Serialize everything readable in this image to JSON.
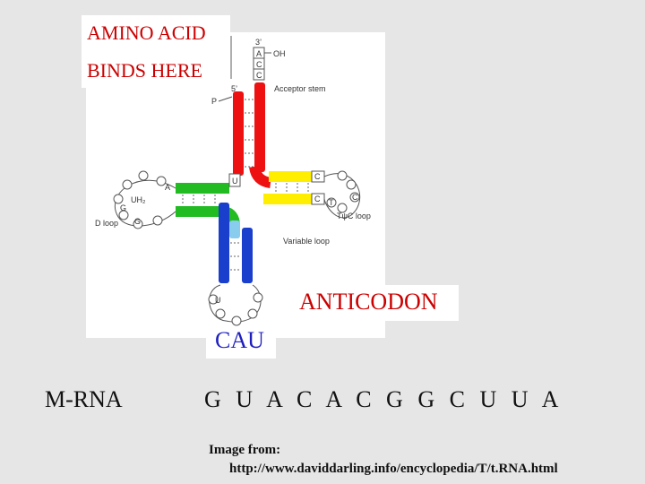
{
  "callouts": {
    "amino_line1": "AMINO ACID",
    "amino_line2": "BINDS HERE",
    "anticodon": "ANTICODON",
    "anticodon_seq": "CAU"
  },
  "diagram": {
    "three_prime": "3’",
    "five_prime": "5’",
    "oh": "OH",
    "p": "P",
    "acceptor_bases": [
      "A",
      "C",
      "C"
    ],
    "acceptor_stem": "Acceptor stem",
    "tpsic_loop": "TψC loop",
    "d_loop": "D loop",
    "variable_loop": "Variable loop",
    "uh2": "UH₂",
    "base_labels": {
      "d_a": "A",
      "d_g1": "G",
      "d_g2": "G",
      "stem_u": "U",
      "t_c1": "C",
      "t_c2": "C",
      "t_t": "T",
      "t_c3": "C",
      "ac_u": "U"
    }
  },
  "mrna": {
    "label": "M-RNA",
    "sequence": "G U A C A C G G C U U A"
  },
  "credit": {
    "line1": "Image from:",
    "line2": "http://www.daviddarling.info/encyclopedia/T/t.RNA.html"
  },
  "colors": {
    "acceptor": "#ee1111",
    "tpsic": "#ffee00",
    "darm": "#22bb22",
    "anticodon_stem": "#1a3fcc",
    "anticodon_light": "#88ccee",
    "callout_red": "#cc0000",
    "callout_blue": "#1f1fbf"
  }
}
